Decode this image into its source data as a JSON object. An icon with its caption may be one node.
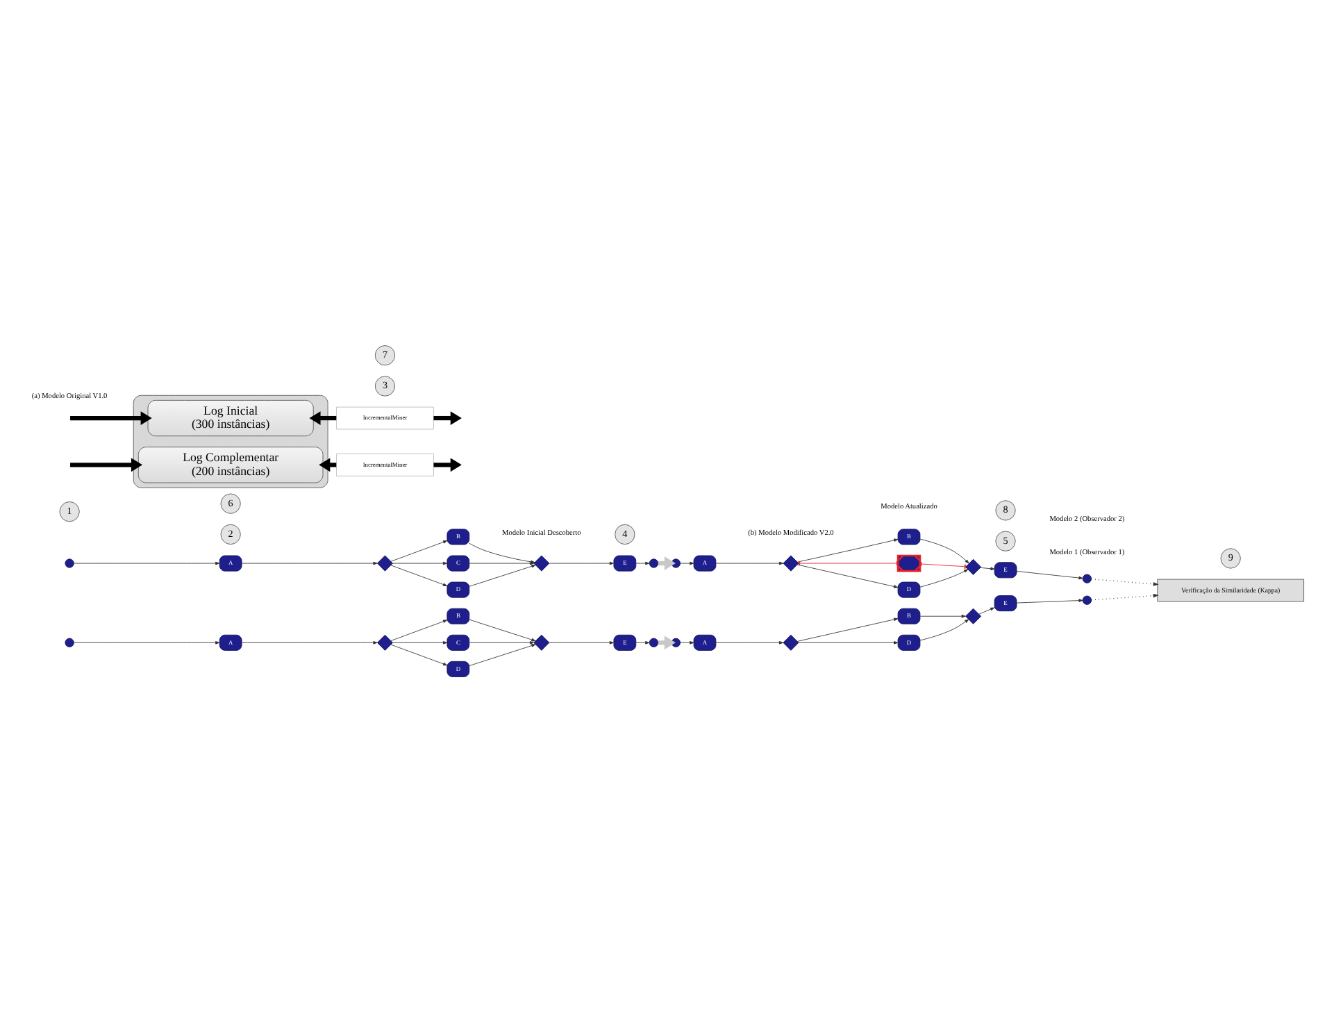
{
  "diagram": {
    "nodes": [
      {
        "text": [],
        "shape": "circle"
      },
      {
        "text": [
          "A"
        ]
      },
      {
        "text": [],
        "shape": "diamond"
      },
      {
        "text": [
          "B"
        ]
      },
      {
        "text": [
          "C"
        ]
      },
      {
        "text": [
          "D"
        ]
      },
      {
        "text": [],
        "shape": "diamond"
      },
      {
        "text": [
          "E"
        ]
      },
      {
        "text": [],
        "shape": "circle"
      },
      {
        "text": [
          "1"
        ]
      },
      {
        "text": [],
        "shape": "circle"
      },
      {
        "text": [
          "A"
        ]
      },
      {
        "text": [],
        "shape": "diamond"
      },
      {
        "text": [
          "B"
        ]
      },
      {
        "text": [],
        "shape": "box"
      },
      {
        "text": [
          "D"
        ]
      },
      {
        "text": [],
        "shape": "diamond"
      },
      {
        "text": [
          "E"
        ]
      },
      {
        "text": [],
        "shape": "circle"
      },
      {
        "text": [
          "5"
        ]
      },
      {
        "text": [
          "2"
        ]
      },
      {
        "text": [
          "6"
        ]
      },
      {
        "text": [],
        "shape": "box"
      },
      {
        "text": [
          "Log Inicial",
          "(300 instâncias)"
        ],
        "in": 22
      },
      {
        "text": [
          "Log Complementar",
          "(200 instâncias)"
        ],
        "in": 22
      },
      {
        "text": [
          "Verificação da Similaridade (Kappa)"
        ]
      },
      {
        "text": [
          "9"
        ]
      },
      {
        "text": [
          "3"
        ]
      },
      {
        "text": [
          "IncrementalMiner"
        ]
      },
      {
        "text": [
          "IncrementalMiner"
        ]
      },
      {
        "text": [
          "7"
        ]
      },
      {
        "text": [],
        "shape": "circle"
      },
      {
        "text": [
          "A"
        ]
      },
      {
        "text": [],
        "shape": "diamond"
      },
      {
        "text": [
          "B"
        ]
      },
      {
        "text": [
          "C"
        ]
      },
      {
        "text": [
          "D"
        ]
      },
      {
        "text": [],
        "shape": "diamond"
      },
      {
        "text": [
          "E"
        ]
      },
      {
        "text": [],
        "shape": "circle"
      },
      {
        "text": [
          "4"
        ]
      },
      {
        "text": [],
        "shape": "circle"
      },
      {
        "text": [
          "A"
        ]
      },
      {
        "text": [],
        "shape": "diamond"
      },
      {
        "text": [
          "B"
        ]
      },
      {
        "text": [
          "D"
        ]
      },
      {
        "text": [],
        "shape": "diamond"
      },
      {
        "text": [
          "E"
        ]
      },
      {
        "text": [],
        "shape": "circle"
      },
      {
        "text": [
          "8"
        ]
      }
    ],
    "edges": [
      {
        "from": 0,
        "to": 1,
        "arrow": "to"
      },
      {
        "from": 1,
        "to": 2,
        "arrow": "to"
      },
      {
        "from": 2,
        "to": 3,
        "arrow": "to"
      },
      {
        "from": 2,
        "to": 4,
        "arrow": "to"
      },
      {
        "from": 2,
        "to": 5,
        "arrow": "to"
      },
      {
        "from": 3,
        "to": 6,
        "arrow": "to"
      },
      {
        "from": 4,
        "to": 6,
        "arrow": "to"
      },
      {
        "from": 5,
        "to": 6,
        "arrow": "to"
      },
      {
        "from": 6,
        "to": 7,
        "arrow": "to"
      },
      {
        "from": 7,
        "to": 8,
        "arrow": "to"
      },
      {
        "from": 8,
        "to": 10,
        "arrow": "to",
        "style": "thick",
        "color": "#c8c8c8"
      },
      {
        "from": 10,
        "to": 11,
        "arrow": "to"
      },
      {
        "from": 11,
        "to": 12,
        "arrow": "to"
      },
      {
        "from": 12,
        "to": 13,
        "arrow": "to"
      },
      {
        "from": 12,
        "to": 14,
        "arrow": "other",
        "color": "#e8202a"
      },
      {
        "from": 12,
        "to": 15,
        "arrow": "to"
      },
      {
        "from": 13,
        "to": 16,
        "arrow": "to"
      },
      {
        "from": 14,
        "to": 16,
        "arrow": "other",
        "color": "#e8202a"
      },
      {
        "from": 15,
        "to": 16,
        "arrow": "to"
      },
      {
        "from": 16,
        "to": 17,
        "arrow": "to"
      },
      {
        "from": 17,
        "to": 18,
        "arrow": "to"
      },
      {
        "from": 18,
        "to": 25,
        "arrow": "to",
        "style": "dashed"
      },
      {
        "from": null,
        "to": 23,
        "arrow": "to",
        "style": "thick"
      },
      {
        "from": null,
        "to": 24,
        "arrow": "to",
        "style": "thick"
      },
      {
        "from": 28,
        "to": 23,
        "arrow": "to",
        "style": "thick"
      },
      {
        "from": 29,
        "to": 24,
        "arrow": "to",
        "style": "thick"
      },
      {
        "from": 28,
        "to": null,
        "arrow": "to",
        "style": "thick"
      },
      {
        "from": 29,
        "to": null,
        "arrow": "to",
        "style": "thick"
      },
      {
        "from": 31,
        "to": 32,
        "arrow": "to"
      },
      {
        "from": 32,
        "to": 33,
        "arrow": "to"
      },
      {
        "from": 33,
        "to": 34,
        "arrow": "to"
      },
      {
        "from": 33,
        "to": 35,
        "arrow": "to"
      },
      {
        "from": 33,
        "to": 36,
        "arrow": "to"
      },
      {
        "from": 34,
        "to": 37,
        "arrow": "to"
      },
      {
        "from": 35,
        "to": 37,
        "arrow": "to"
      },
      {
        "from": 36,
        "to": 37,
        "arrow": "to"
      },
      {
        "from": 37,
        "to": 38,
        "arrow": "to"
      },
      {
        "from": 38,
        "to": 39,
        "arrow": "to"
      },
      {
        "from": 39,
        "to": 41,
        "arrow": "to",
        "style": "thick",
        "color": "#c8c8c8"
      },
      {
        "from": 41,
        "to": 42,
        "arrow": "to"
      },
      {
        "from": 42,
        "to": 43,
        "arrow": "to"
      },
      {
        "from": 43,
        "to": 44,
        "arrow": "to"
      },
      {
        "from": 43,
        "to": 45,
        "arrow": "to"
      },
      {
        "from": 44,
        "to": 46,
        "arrow": "to"
      },
      {
        "from": 45,
        "to": 46,
        "arrow": "to"
      },
      {
        "from": 46,
        "to": 47,
        "arrow": "to"
      },
      {
        "from": 47,
        "to": 48,
        "arrow": "to"
      },
      {
        "from": 48,
        "to": 25,
        "arrow": "to",
        "style": "dashed"
      }
    ],
    "labels": [
      "(a) Modelo Original V1.0",
      "(b) Modelo Modificado V2.0",
      "Modelo 1 (Observador 1)",
      "Modelo 2 (Observador 2)",
      "Modelo Inicial Descoberto",
      "Modelo Atualizado"
    ]
  }
}
